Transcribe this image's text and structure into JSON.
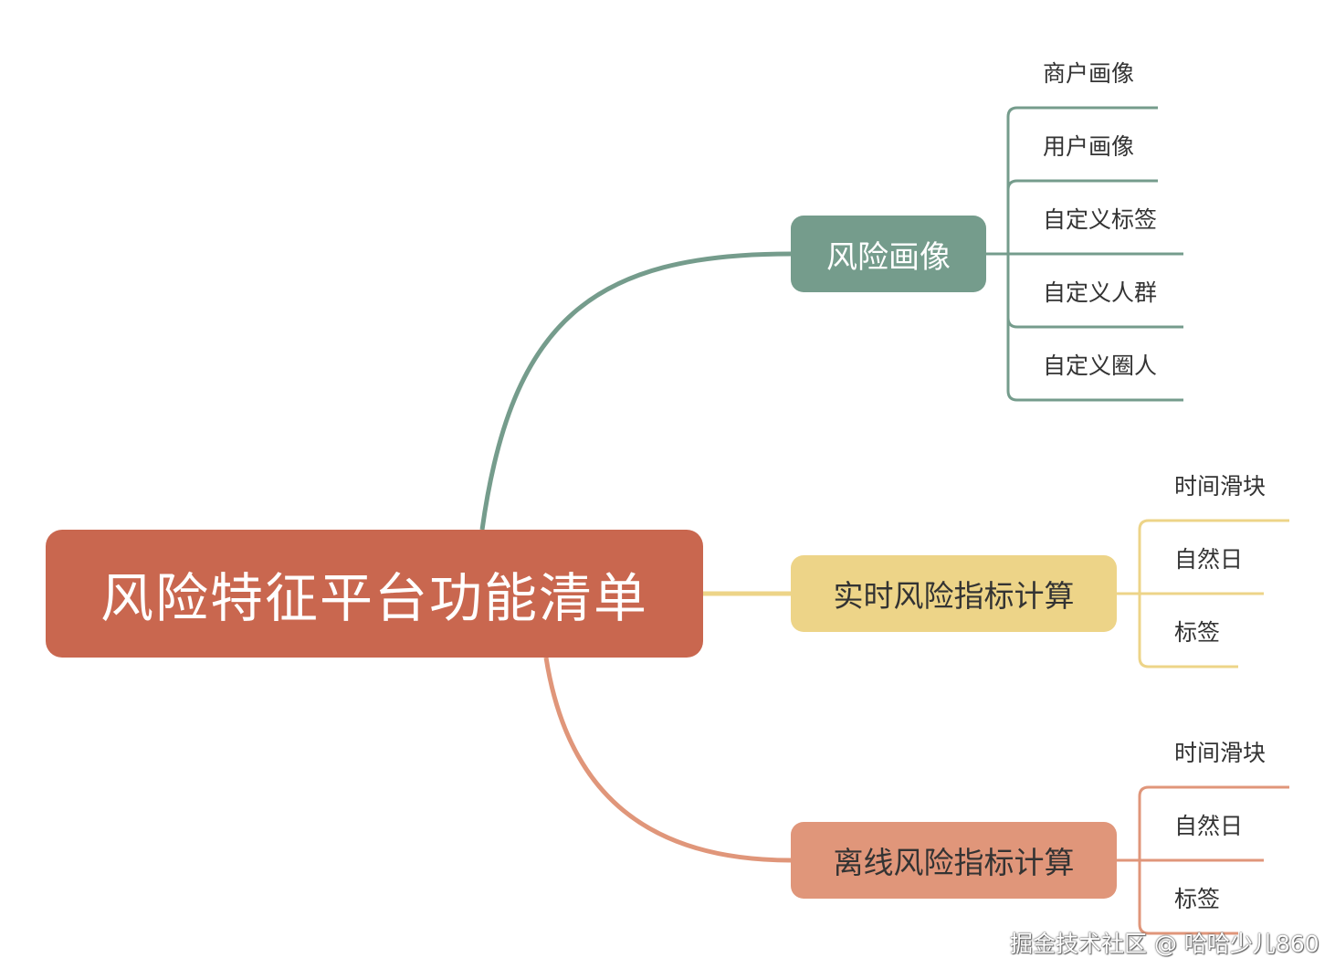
{
  "root": {
    "label": "风险特征平台功能清单",
    "color": "#c9674f"
  },
  "branches": [
    {
      "label": "风险画像",
      "color": "#759c8c",
      "children": [
        "商户画像",
        "用户画像",
        "自定义标签",
        "自定义人群",
        "自定义圈人"
      ]
    },
    {
      "label": "实时风险指标计算",
      "color": "#edd488",
      "children": [
        "时间滑块",
        "自然日",
        "标签"
      ]
    },
    {
      "label": "离线风险指标计算",
      "color": "#e0967a",
      "children": [
        "时间滑块",
        "自然日",
        "标签"
      ]
    }
  ],
  "watermark": "掘金技术社区 @ 哈哈少儿860"
}
